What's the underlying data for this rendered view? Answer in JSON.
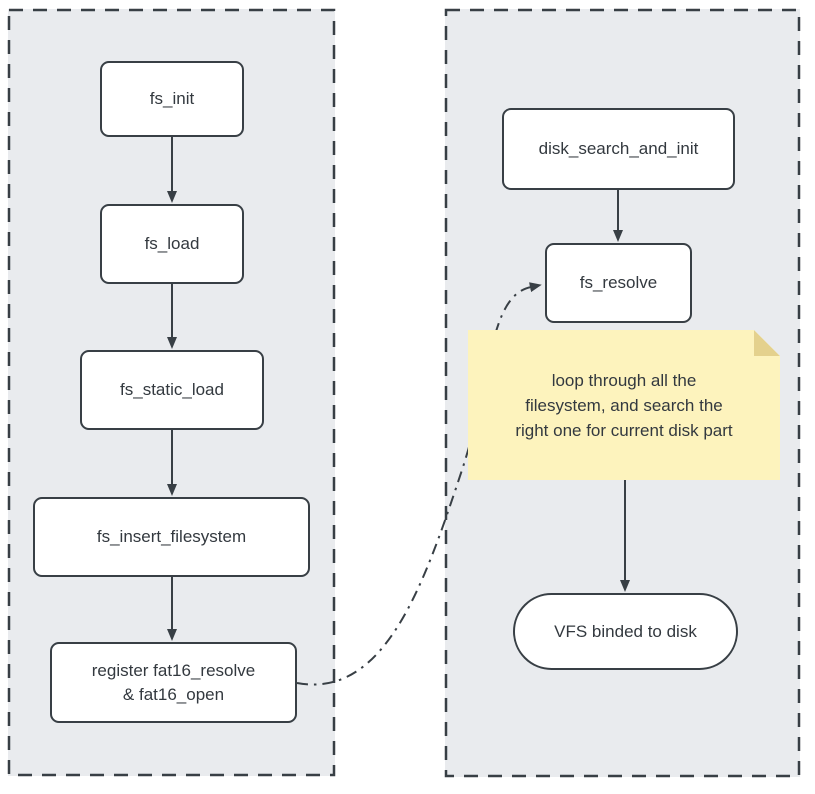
{
  "colors": {
    "group-bg": "#e9ebee",
    "stroke": "#383f45",
    "node-fill": "#ffffff",
    "text": "#33393f",
    "note-fill": "#fdf3bd",
    "note-fold": "#e4d18d"
  },
  "left_group": {
    "nodes": {
      "fs_init": "fs_init",
      "fs_load": "fs_load",
      "fs_static_load": "fs_static_load",
      "fs_insert_filesystem": "fs_insert_filesystem",
      "register_fat16_line1": "register fat16_resolve",
      "register_fat16_line2": "& fat16_open"
    }
  },
  "right_group": {
    "nodes": {
      "disk_search_and_init": "disk_search_and_init",
      "fs_resolve": "fs_resolve",
      "vfs_binded_to_disk": "VFS binded to disk"
    },
    "note": {
      "lines": {
        "0": "loop through all the",
        "1": "filesystem, and search the",
        "2": "right one for current disk part"
      }
    }
  }
}
